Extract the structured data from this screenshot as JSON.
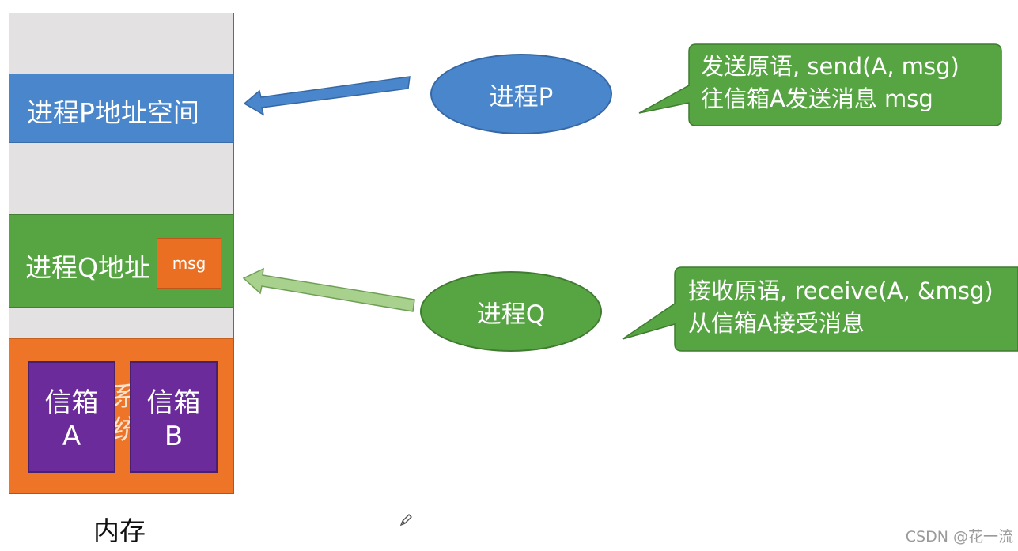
{
  "memory": {
    "process_p_label": "进程P地址空间",
    "process_q_label": "进程Q地址",
    "msg_label": "msg",
    "system_label": "系统",
    "mailbox_a": {
      "title": "信箱",
      "letter": "A"
    },
    "mailbox_b": {
      "title": "信箱",
      "letter": "B"
    },
    "caption": "内存"
  },
  "processes": {
    "p": "进程P",
    "q": "进程Q"
  },
  "callouts": {
    "p": {
      "line1": "发送原语, send(A, msg)",
      "line2": "往信箱A发送消息 msg"
    },
    "q": {
      "line1": "接收原语, receive(A, &msg)",
      "line2": "从信箱A接受消息"
    }
  },
  "watermark": "CSDN @花一流",
  "colors": {
    "process_p": "#4a86cc",
    "process_q": "#57a443",
    "system": "#ee7428",
    "mailbox": "#6b2b9a",
    "callout": "#57a443"
  }
}
